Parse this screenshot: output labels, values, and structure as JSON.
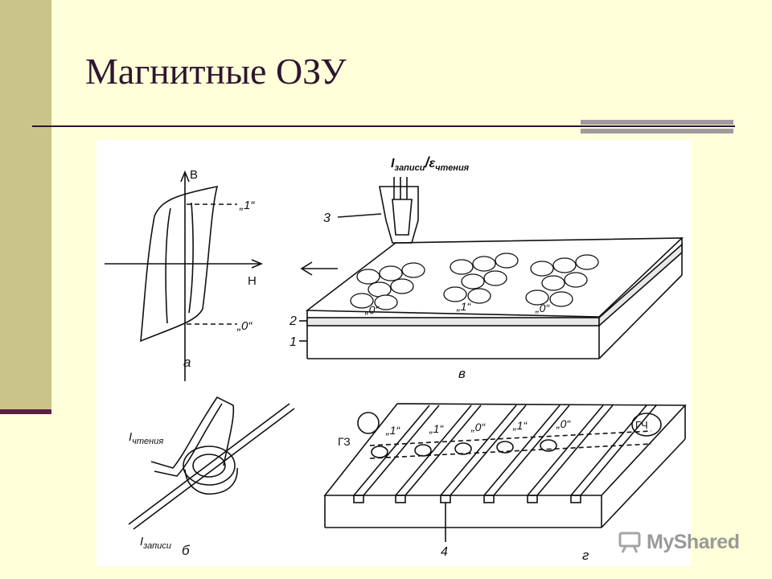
{
  "slide": {
    "title": "Магнитные ОЗУ",
    "colors": {
      "background": "#ffffd9",
      "sidebar": "#c9c489",
      "accent": "#5b1e45",
      "title": "#2f1530",
      "rule_bar": "#9f9b9e"
    }
  },
  "figure": {
    "hysteresis": {
      "axis_b": "B",
      "axis_h": "H",
      "level_one": "„1“",
      "level_zero": "„0“",
      "caption": "а"
    },
    "core": {
      "read_label": "I",
      "read_sub": "чтения",
      "write_label": "I",
      "write_sub": "записи",
      "caption": "б"
    },
    "film": {
      "current_label": "I",
      "current_sub": "записи",
      "slash": "/",
      "emf_label": "ε",
      "emf_sub": "чтения",
      "head_num": "3",
      "layer2": "2",
      "layer1": "1",
      "bits": [
        "„0“",
        "„1“",
        "„0“"
      ],
      "caption": "в"
    },
    "tape": {
      "write_head": "ГЗ",
      "read_head": "ГЧ",
      "bits": [
        "„1“",
        "„1“",
        "„0“",
        "„1“",
        "„0“"
      ],
      "slot_num": "4",
      "caption": "г"
    }
  },
  "watermark": {
    "text": "MyShared",
    "icon": "presentation-board-icon"
  }
}
